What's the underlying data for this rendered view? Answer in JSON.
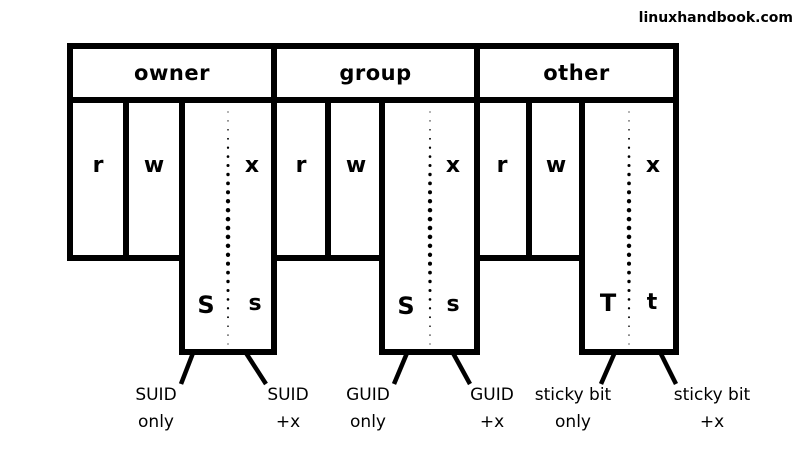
{
  "watermark": "linuxhandbook.com",
  "colors": {
    "ink": "#000000",
    "paper": "#ffffff"
  },
  "sections": [
    {
      "header": "owner",
      "cells": {
        "read": "r",
        "write": "w",
        "execute": "x"
      },
      "special": {
        "without_x": "S",
        "with_x": "s"
      },
      "labels": {
        "left": {
          "line1": "SUID",
          "line2": "only"
        },
        "right": {
          "line1": "SUID",
          "line2": "+x"
        }
      }
    },
    {
      "header": "group",
      "cells": {
        "read": "r",
        "write": "w",
        "execute": "x"
      },
      "special": {
        "without_x": "S",
        "with_x": "s"
      },
      "labels": {
        "left": {
          "line1": "GUID",
          "line2": "only"
        },
        "right": {
          "line1": "GUID",
          "line2": "+x"
        }
      }
    },
    {
      "header": "other",
      "cells": {
        "read": "r",
        "write": "w",
        "execute": "x"
      },
      "special": {
        "without_x": "T",
        "with_x": "t"
      },
      "labels": {
        "left": {
          "line1": "sticky bit",
          "line2": "only"
        },
        "right": {
          "line1": "sticky bit",
          "line2": "+x"
        }
      }
    }
  ]
}
